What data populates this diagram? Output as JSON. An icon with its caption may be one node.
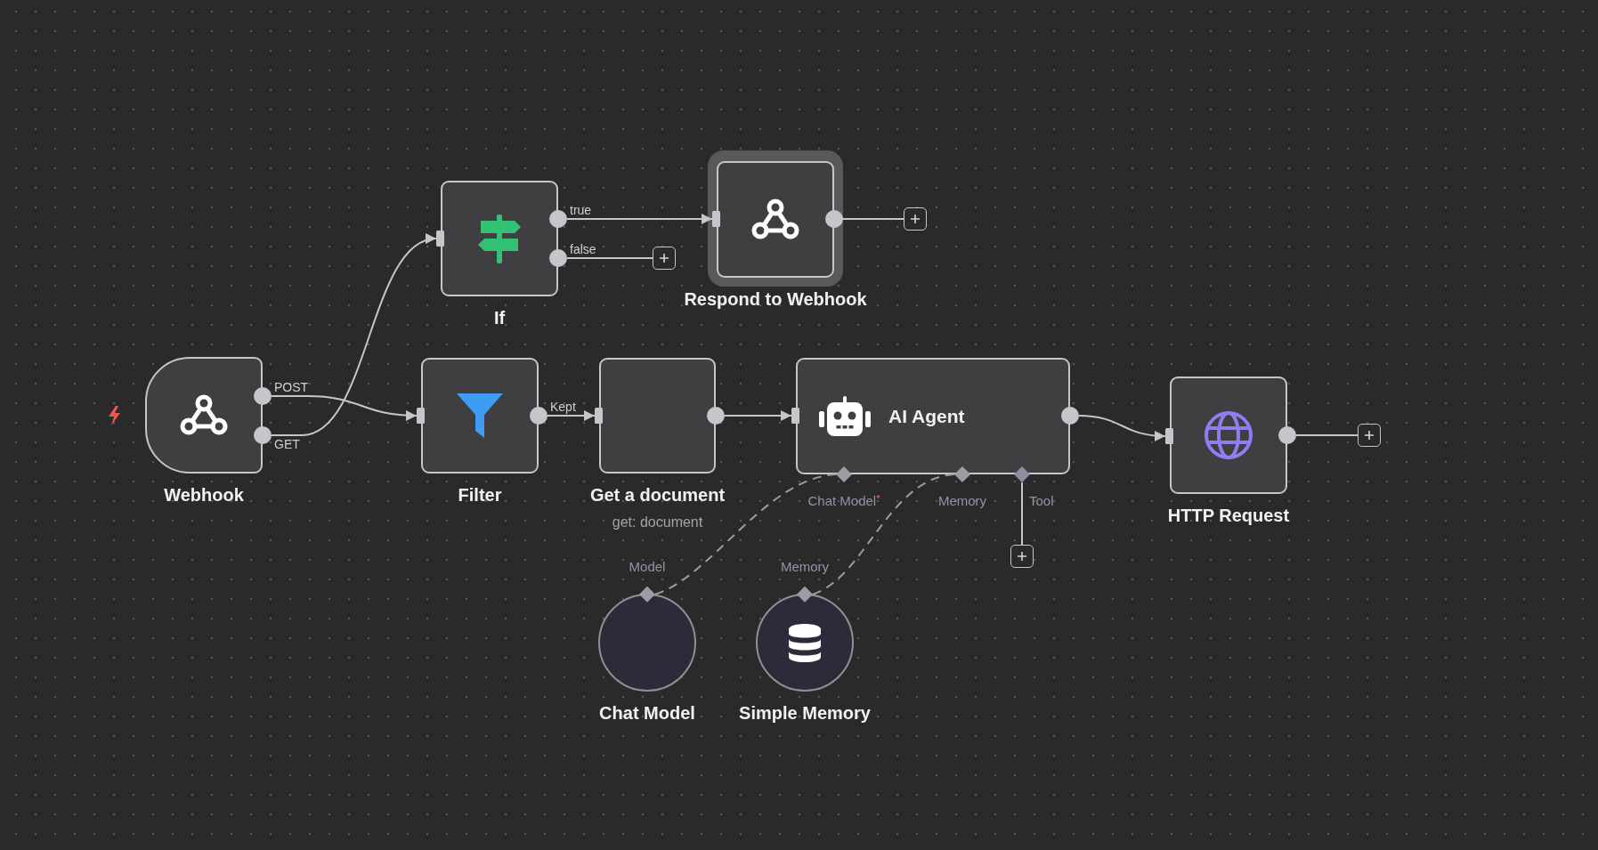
{
  "diagram": {
    "nodes": [
      {
        "text": [
          "Webhook"
        ]
      },
      {
        "text": [
          "If"
        ]
      },
      {
        "text": [],
        "shape": "box"
      },
      {
        "text": [
          "Respond to Webhook"
        ]
      },
      {
        "text": [],
        "shape": "box"
      },
      {
        "text": [
          "Filter"
        ]
      },
      {
        "text": [
          "Get a document"
        ],
        "beside": [
          "get: document"
        ]
      },
      {
        "text": [
          "AI Agent"
        ],
        "beside": [
          "Chat Model$^{*}$",
          "Memory",
          "Tool"
        ]
      },
      {
        "text": [],
        "shape": "box"
      },
      {
        "text": [
          "HTTP Request"
        ]
      },
      {
        "text": [],
        "shape": "box"
      },
      {
        "text": [
          "Chat Model"
        ],
        "beside": [
          "Model"
        ]
      },
      {
        "text": [
          "Simple Memory"
        ],
        "beside": [
          "Memory"
        ]
      }
    ],
    "edges": [
      {
        "from": 0,
        "to": 5,
        "label": "POST",
        "arrow": "to"
      },
      {
        "from": 0,
        "to": 1,
        "label": "GET",
        "arrow": "to"
      },
      {
        "from": 1,
        "to": 3,
        "label": "true",
        "arrow": "to"
      },
      {
        "from": 1,
        "to": 2,
        "label": "false",
        "arrow": "other"
      },
      {
        "from": 3,
        "to": 4,
        "arrow": "other"
      },
      {
        "from": 5,
        "to": 6,
        "label": "Kept",
        "arrow": "to"
      },
      {
        "from": 6,
        "to": 7,
        "arrow": "to"
      },
      {
        "from": 7,
        "to": 9,
        "arrow": "to"
      },
      {
        "from": 9,
        "to": 10,
        "arrow": "other"
      },
      {
        "from": 11,
        "to": 7,
        "arrow": "other",
        "style": "dashed"
      },
      {
        "from": 12,
        "to": 7,
        "arrow": "other",
        "style": "dashed"
      },
      {
        "from": 7,
        "to": 8,
        "arrow": "none"
      }
    ]
  }
}
